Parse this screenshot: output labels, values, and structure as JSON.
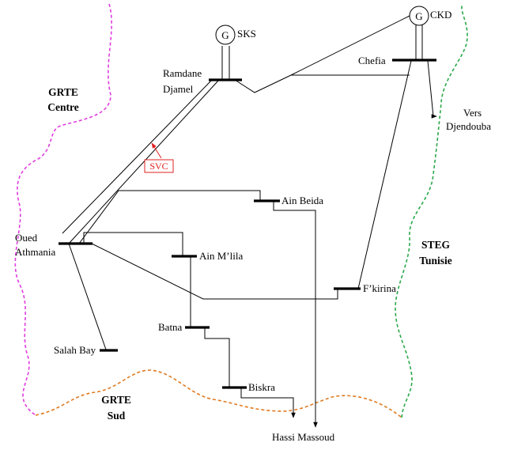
{
  "regions": {
    "grte_centre": [
      "GRTE",
      "Centre"
    ],
    "grte_sud": [
      "GRTE",
      "Sud"
    ],
    "steg_tunisie": [
      "STEG",
      "Tunisie"
    ]
  },
  "boundary_colors": {
    "centre_sud": "#e03ce0",
    "sud": "#e07a20",
    "tunisie": "#2aa84a"
  },
  "generators": {
    "sks": {
      "symbol": "G",
      "label": "SKS"
    },
    "ckd": {
      "symbol": "G",
      "label": "CKD"
    }
  },
  "buses": {
    "ramdane_djamel": [
      "Ramdane",
      "Djamel"
    ],
    "chefia": "Chefia",
    "oued_athmania": [
      "Oued",
      "Athmania"
    ],
    "ain_beida": "Ain Beida",
    "ain_mlila": "Ain M’lila",
    "fkirina": "F’kirina",
    "batna": "Batna",
    "salah_bay": "Salah Bay",
    "biskra": "Biskra"
  },
  "destinations": {
    "vers_djendouba": [
      "Vers",
      "Djendouba"
    ],
    "hassi_massoud": "Hassi Massoud"
  },
  "svc": {
    "label": "SVC",
    "color": "#e02020"
  }
}
